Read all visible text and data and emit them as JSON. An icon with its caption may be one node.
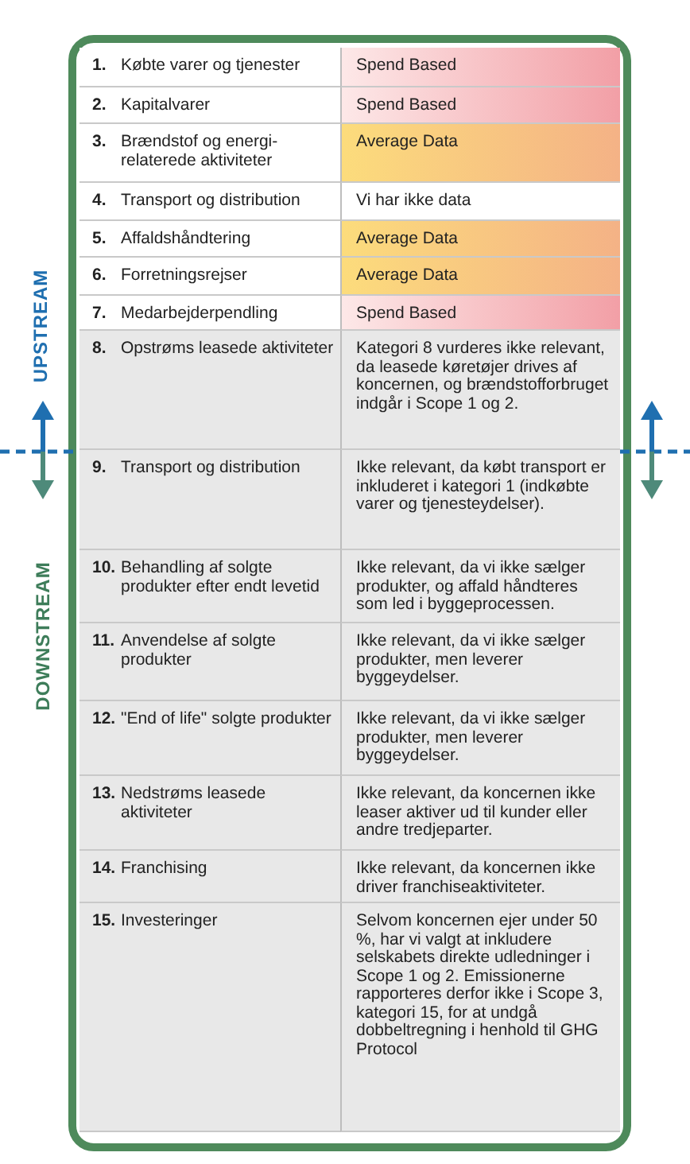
{
  "diagram": {
    "labels": [
      "UPSTREAM",
      "DOWNSTREAM",
      "1.",
      "Købte varer og tjenester",
      "Spend Based",
      "2.",
      "Kapitalvarer",
      "Spend Based",
      "3.",
      "Brændstof og energi-relaterede aktiviteter",
      "Average Data",
      "4.",
      "Transport og distribution",
      "Vi har ikke data",
      "5.",
      "Affaldshåndtering",
      "Average Data",
      "6.",
      "Forretningsrejser",
      "Average Data",
      "7.",
      "Medarbejderpendling",
      "Spend Based",
      "8.",
      "Opstrøms leasede aktiviteter",
      "Kategori 8 vurderes ikke relevant, da leasede køretøjer drives af koncernen, og brændstofforbruget indgår i Scope 1 og 2.",
      "9.",
      "Transport og distribution",
      "Ikke relevant, da købt transport er inkluderet i kategori 1 (indkøbte varer og tjenesteydelser).",
      "10.",
      "Behandling af solgte produkter efter endt levetid",
      "Ikke relevant, da vi ikke sælger produkter, og affald håndteres som led i byggeprocessen.",
      "11.",
      "Anvendelse af solgte produkter",
      "Ikke relevant, da vi ikke sælger produkter, men leverer byggeydelser.",
      "12.",
      "\"End of life\" solgte produkter",
      "Ikke relevant, da vi ikke sælger produkter, men leverer byggeydelser.",
      "13.",
      "Nedstrøms leasede aktiviteter",
      "Ikke relevant, da koncernen ikke leaser aktiver ud til kunder eller andre tredjeparter.",
      "14.",
      "Franchising",
      "Ikke relevant, da koncernen ikke driver franchiseaktiviteter.",
      "15.",
      "Investeringer",
      "Selvom koncernen ejer under 50 %, har vi valgt at inkludere selskabets direkte udledninger i Scope 1 og 2. Emissionerne rapporteres derfor ikke i Scope 3, kategori 15, for at undgå dobbeltregning i henhold til GHG Protocol"
    ]
  }
}
